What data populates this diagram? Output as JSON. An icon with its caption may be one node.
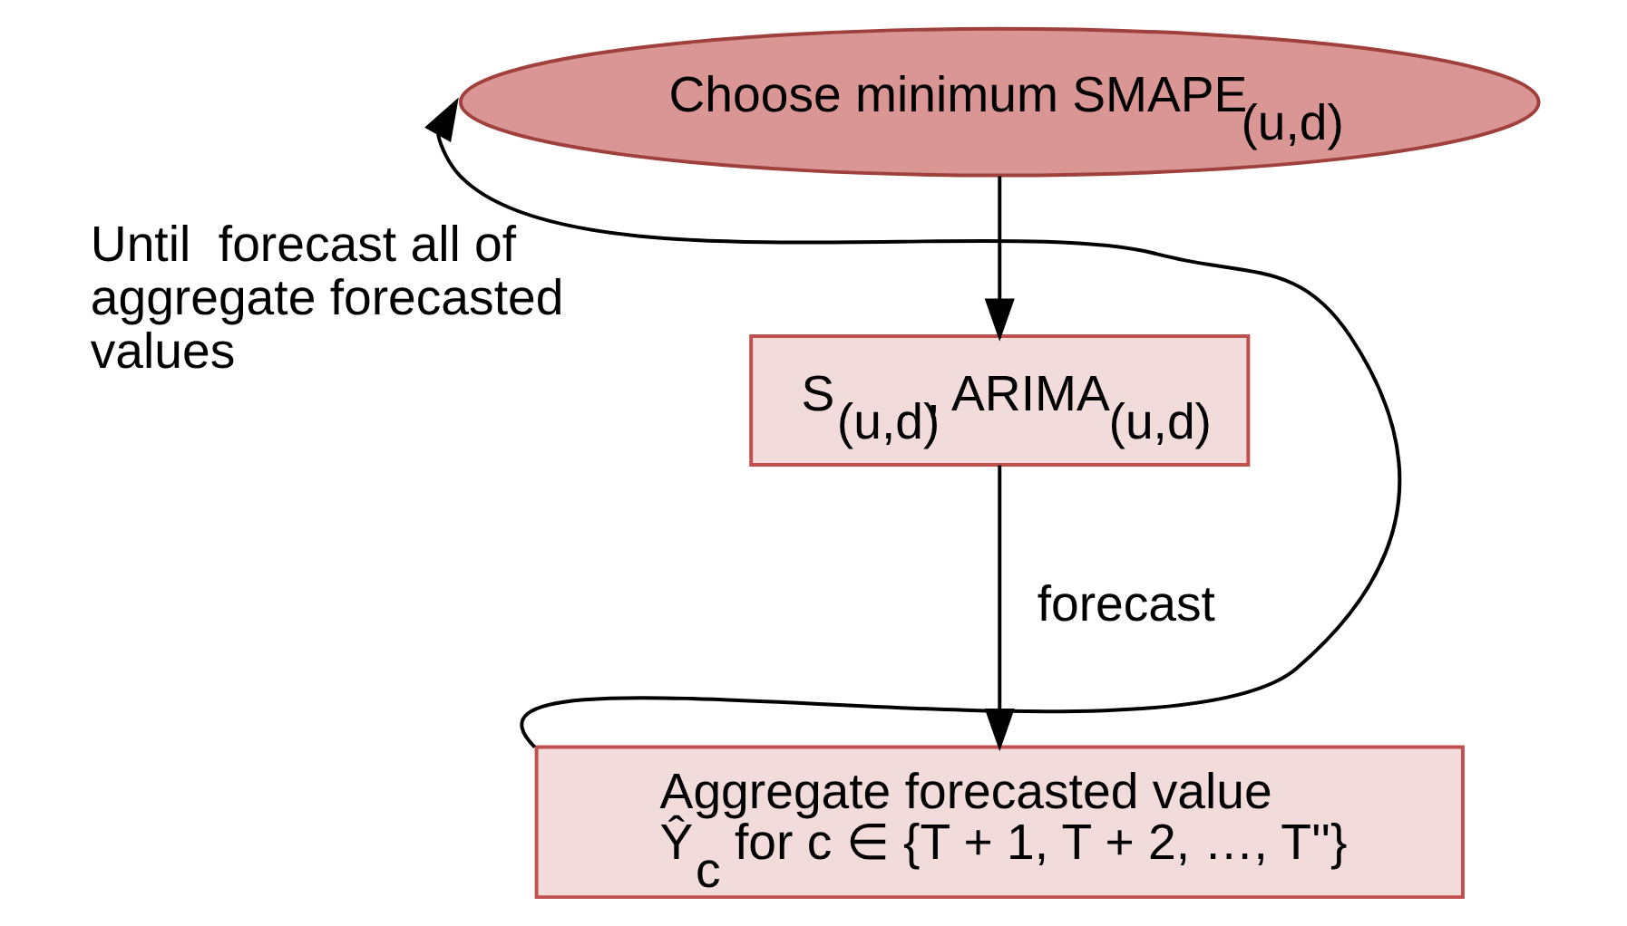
{
  "diagram": {
    "nodes": [
      {
        "text": [
          "Choose minimum SMAPE$_{(u,d)}$"
        ]
      },
      {
        "text": [
          "S$_{(u,d)}$, ARIMA$_{(u,d)}$"
        ]
      },
      {
        "text": [
          "Aggregate forecasted value",
          "Ŷ$_{c}$ for c ∈ {T + 1, T + 2, …, T''}"
        ]
      }
    ],
    "edges": [
      {
        "from": 0,
        "to": 1,
        "arrow": "to"
      },
      {
        "from": 1,
        "to": 2,
        "arrow": "to",
        "label": "forecast"
      },
      {
        "from": 2,
        "to": 0,
        "arrow": "to",
        "label": "Until  forecast all of aggregate forecasted values"
      }
    ]
  }
}
